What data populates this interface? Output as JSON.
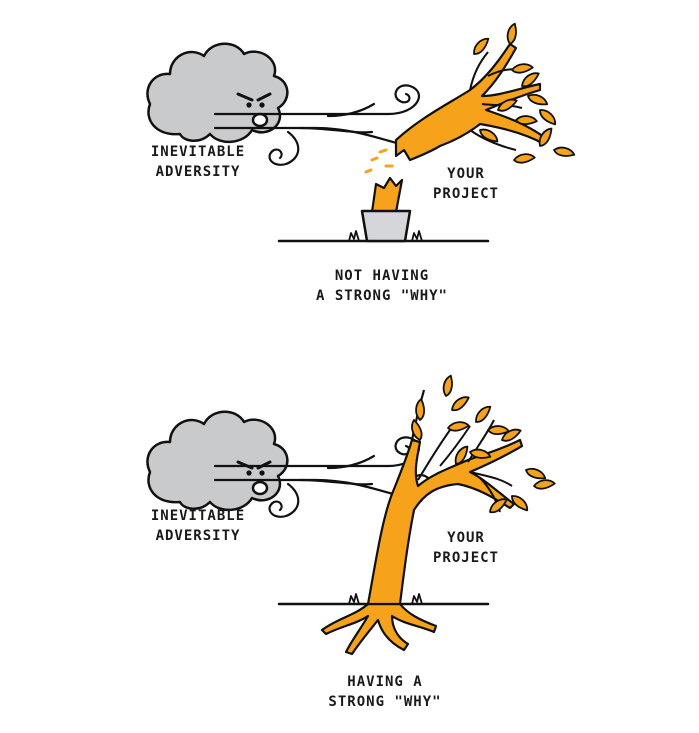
{
  "colors": {
    "ink": "#111111",
    "cloud": "#c9cacc",
    "tree": "#f6a21b",
    "pot": "#d4d6d9"
  },
  "icons": {
    "cloud": "wind-blowing-cloud-icon",
    "tree": "tree-icon"
  },
  "top_panel": {
    "cloud_label": [
      "INEVITABLE",
      "ADVERSITY"
    ],
    "tree_label": [
      "YOUR",
      "PROJECT"
    ],
    "caption": [
      "NOT HAVING",
      "A STRONG \"WHY\""
    ]
  },
  "bottom_panel": {
    "cloud_label": [
      "INEVITABLE",
      "ADVERSITY"
    ],
    "tree_label": [
      "YOUR",
      "PROJECT"
    ],
    "caption": [
      "HAVING A",
      "STRONG \"WHY\""
    ]
  }
}
